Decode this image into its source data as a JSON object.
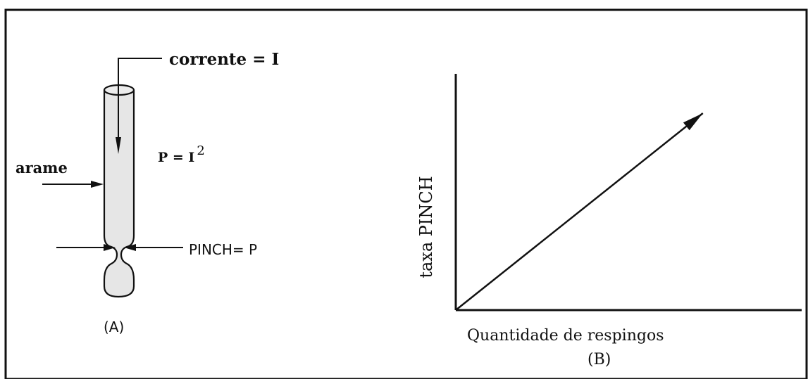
{
  "panel_a": {
    "current_label": "corrente = I",
    "power_eq_base": "P = I",
    "power_eq_exponent": "2",
    "wire_label": "arame",
    "pinch_label": "PINCH= P",
    "caption": "(A)"
  },
  "panel_b": {
    "caption": "(B)"
  },
  "chart_data": {
    "type": "line",
    "title": "",
    "xlabel": "Quantidade de respingos",
    "ylabel": "taxa PINCH",
    "series": [
      {
        "x": [
          0,
          1
        ],
        "y": [
          0,
          1
        ]
      }
    ],
    "xlim": [
      0,
      1.4
    ],
    "ylim": [
      0,
      1.2
    ],
    "grid": false,
    "ticks": false
  },
  "colors": {
    "ink": "#111111",
    "wire_fill": "#e6e6e6",
    "background": "#ffffff"
  }
}
